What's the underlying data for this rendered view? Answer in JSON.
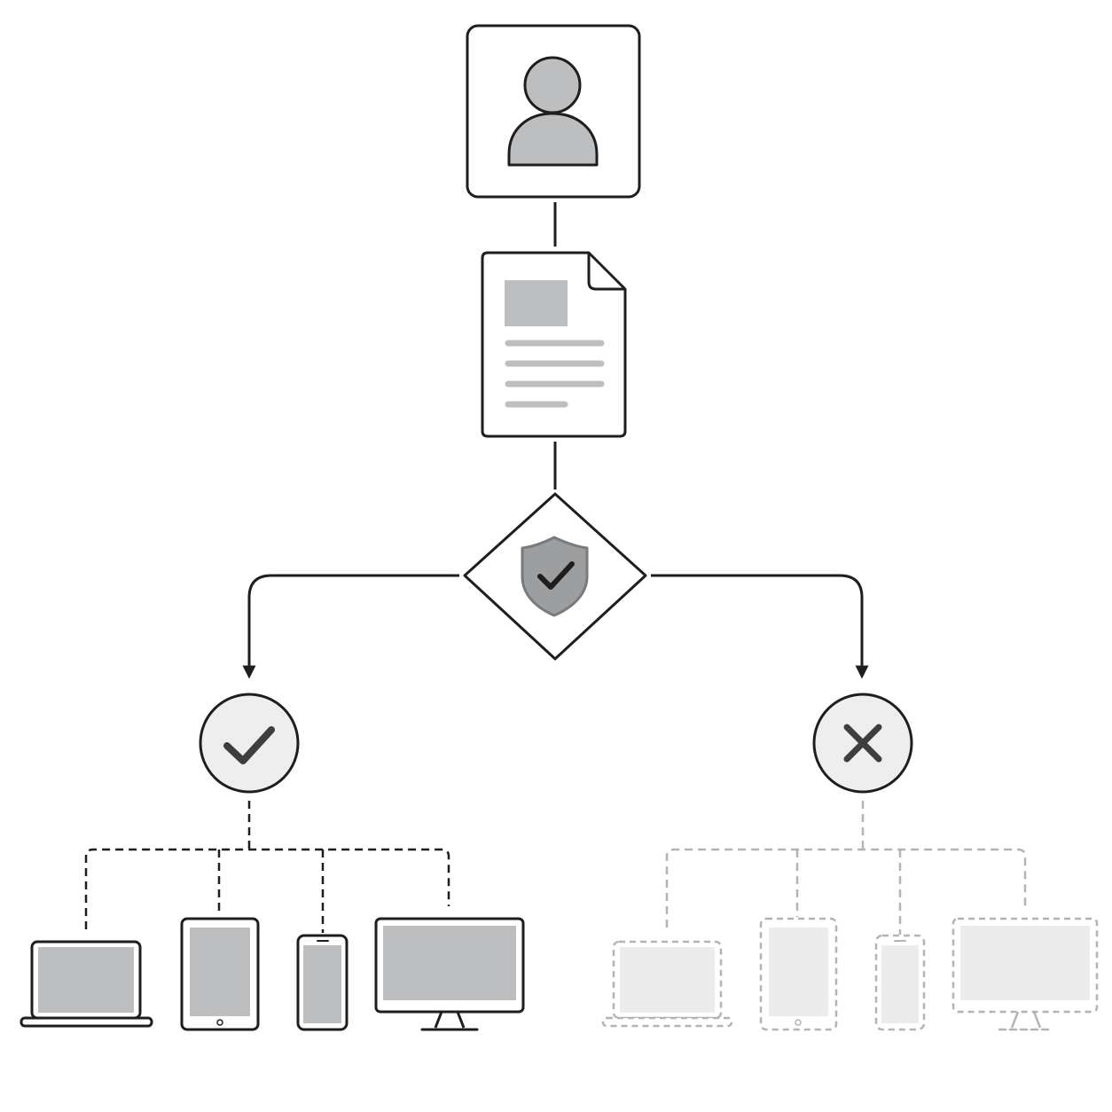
{
  "colors": {
    "background": "#ffffff",
    "stroke": "#1e1e1e",
    "fill_gray": "#bdbec0",
    "light_fill": "#eeeeef",
    "faded_stroke": "#b4b4b4",
    "faded_fill": "#ececed",
    "icon_dark": "#3e3e40"
  },
  "nodes": [
    {
      "id": "user",
      "icon": "user-icon"
    },
    {
      "id": "document",
      "icon": "document-icon"
    },
    {
      "id": "verification",
      "icon": "shield-check-icon"
    },
    {
      "id": "approved",
      "icon": "check-icon"
    },
    {
      "id": "denied",
      "icon": "x-icon"
    }
  ],
  "device_groups": [
    {
      "id": "allowed",
      "state": "active",
      "devices": [
        "laptop-icon",
        "tablet-icon",
        "phone-icon",
        "monitor-icon"
      ]
    },
    {
      "id": "blocked",
      "state": "disabled",
      "devices": [
        "laptop-icon",
        "tablet-icon",
        "phone-icon",
        "monitor-icon"
      ]
    }
  ]
}
